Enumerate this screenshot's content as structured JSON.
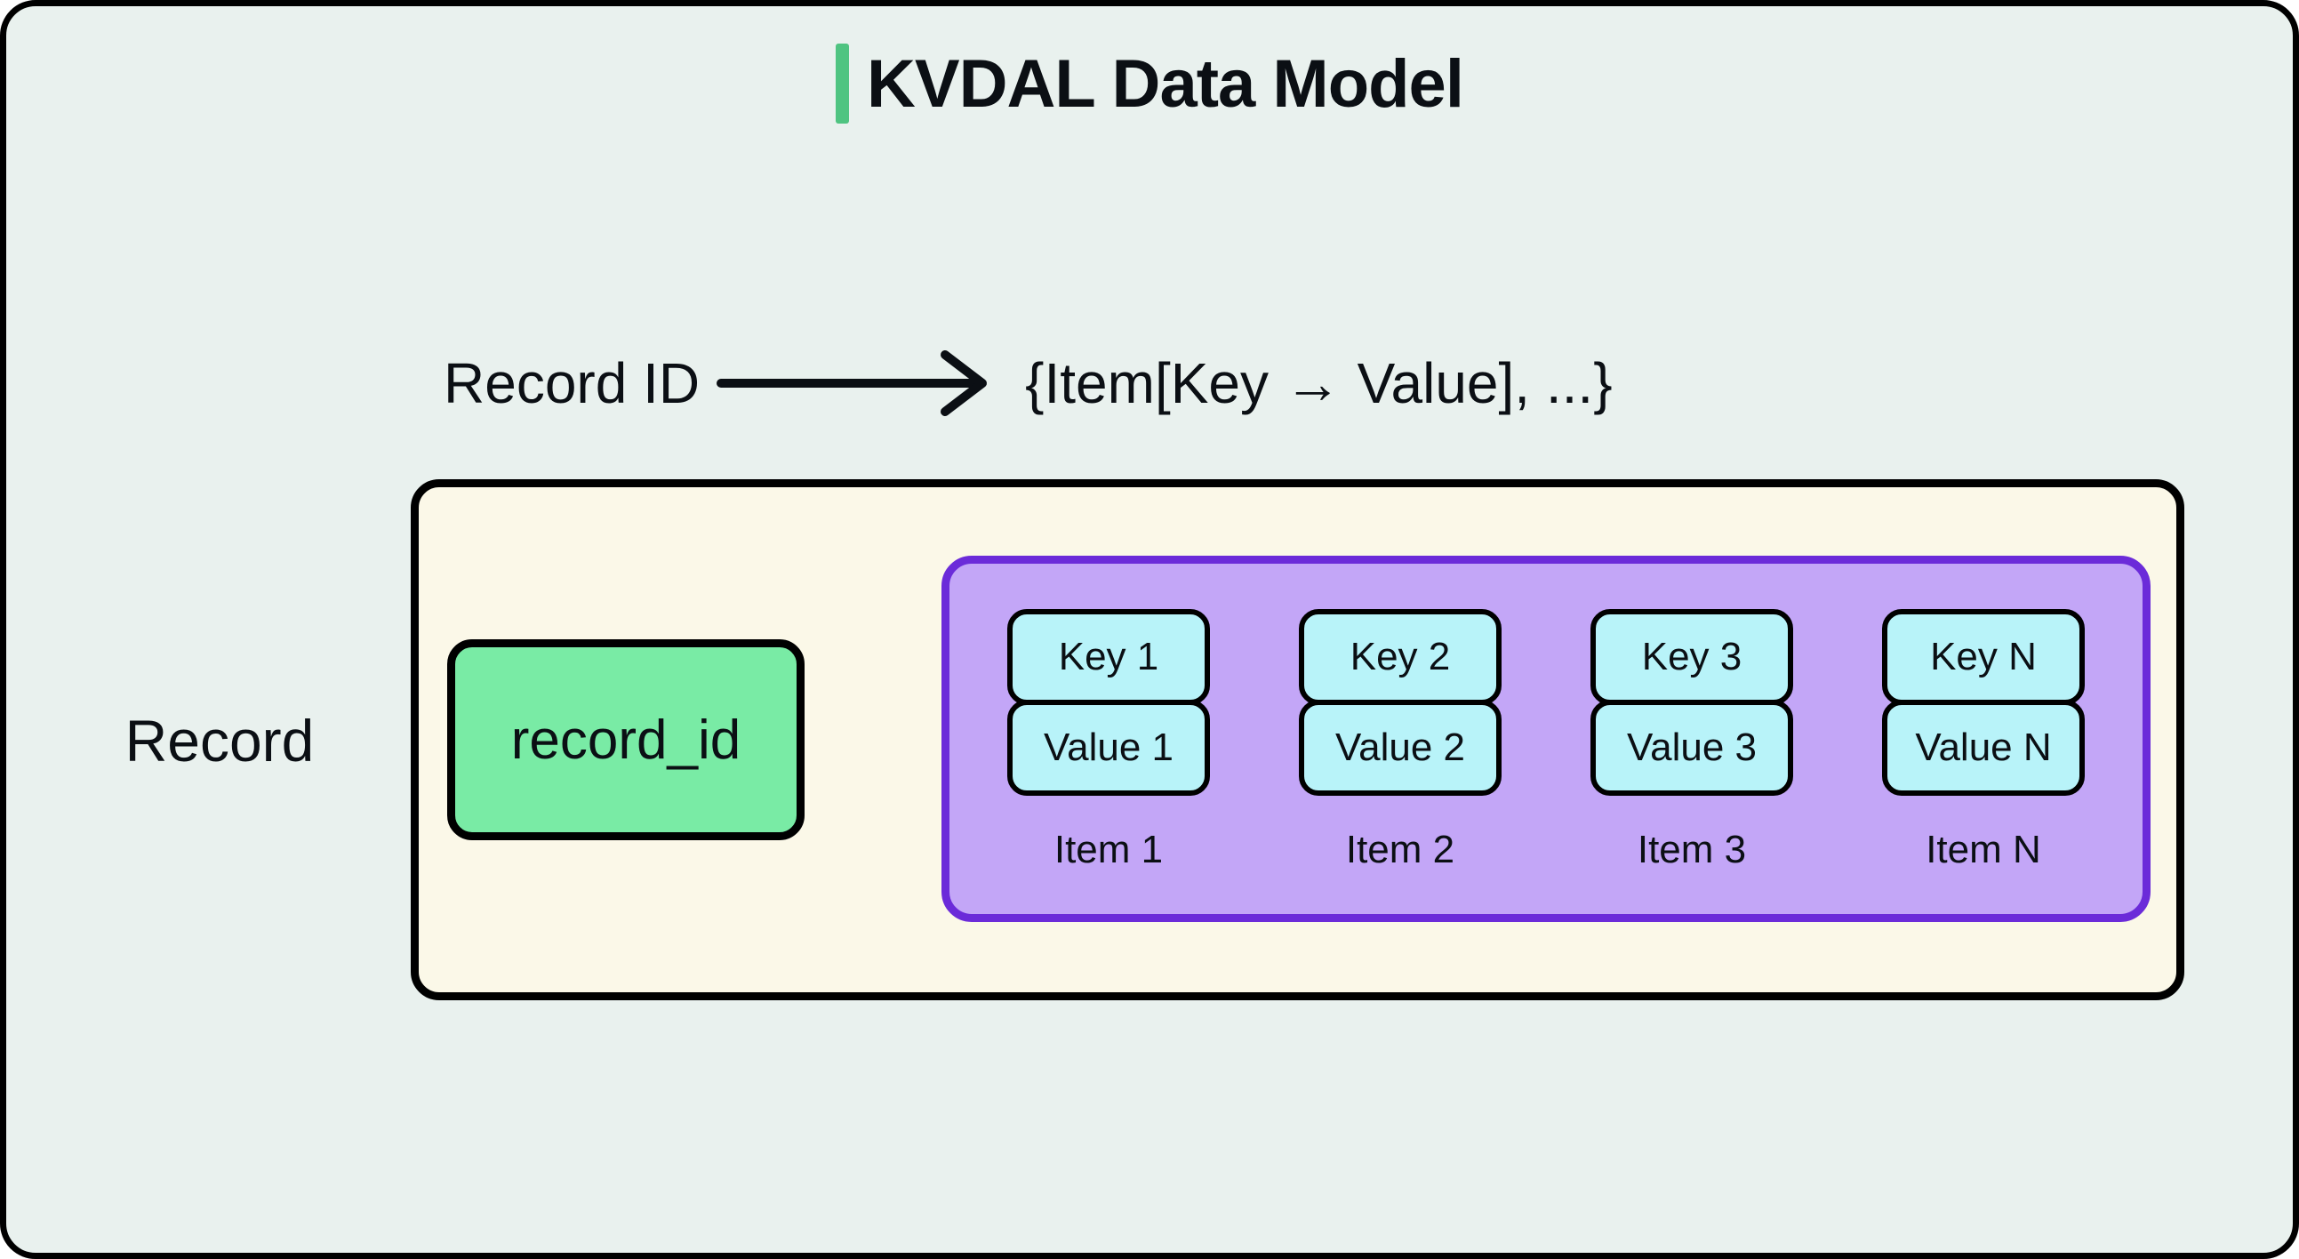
{
  "title": "KVDAL Data Model",
  "mapping": {
    "lhs": "Record ID",
    "rhs": "{Item[Key → Value], ...}"
  },
  "record": {
    "label": "Record",
    "id_field": "record_id",
    "items": [
      {
        "key": "Key 1",
        "value": "Value 1",
        "label": "Item 1"
      },
      {
        "key": "Key 2",
        "value": "Value 2",
        "label": "Item 2"
      },
      {
        "key": "Key 3",
        "value": "Value 3",
        "label": "Item 3"
      },
      {
        "key": "Key N",
        "value": "Value N",
        "label": "Item N"
      }
    ]
  },
  "colors": {
    "canvas_bg": "#E9F1EE",
    "frame_border": "#000000",
    "title_accent": "#4FC481",
    "record_box_bg": "#FBF8E8",
    "record_id_bg": "#79EBA5",
    "items_box_bg": "#C3A6F7",
    "items_box_border": "#6B2BD9",
    "kv_box_bg": "#B8F3F9",
    "text": "#0B0F14"
  }
}
